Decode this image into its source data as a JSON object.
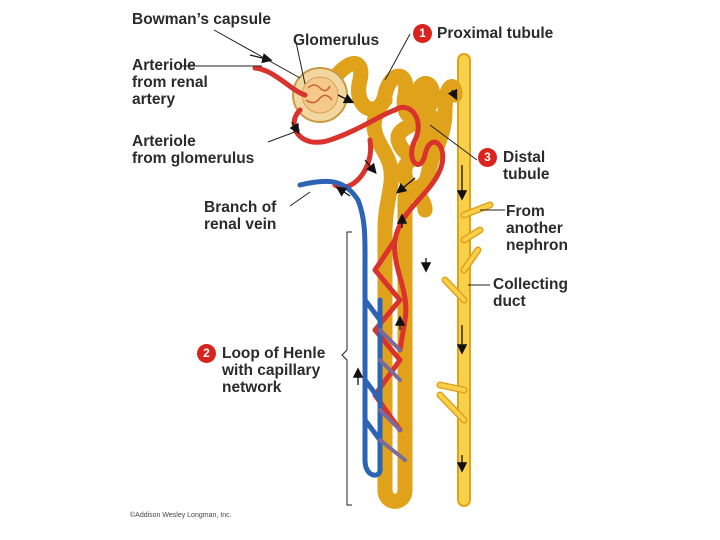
{
  "labels": {
    "bowmans_capsule": "Bowman’s capsule",
    "glomerulus": "Glomerulus",
    "proximal_tubule": "Proximal tubule",
    "arteriole_from_renal_artery": [
      "Arteriole",
      "from renal",
      "artery"
    ],
    "arteriole_from_glomerulus": [
      "Arteriole",
      "from glomerulus"
    ],
    "distal_tubule": [
      "Distal",
      "tubule"
    ],
    "branch_of_renal_vein": [
      "Branch of",
      "renal vein"
    ],
    "from_another_nephron": [
      "From",
      "another",
      "nephron"
    ],
    "collecting_duct": [
      "Collecting",
      "duct"
    ],
    "loop_of_henle": [
      "Loop of Henle",
      "with capillary",
      "network"
    ]
  },
  "badges": {
    "proximal": "1",
    "loop": "2",
    "distal": "3"
  },
  "credit": "©Addison Wesley Longman, Inc.",
  "colors": {
    "artery": "#d8332c",
    "vein": "#2d63b5",
    "tubule": "#f7c630",
    "tubule_edge": "#e0a21a",
    "badge": "#d9231d"
  }
}
